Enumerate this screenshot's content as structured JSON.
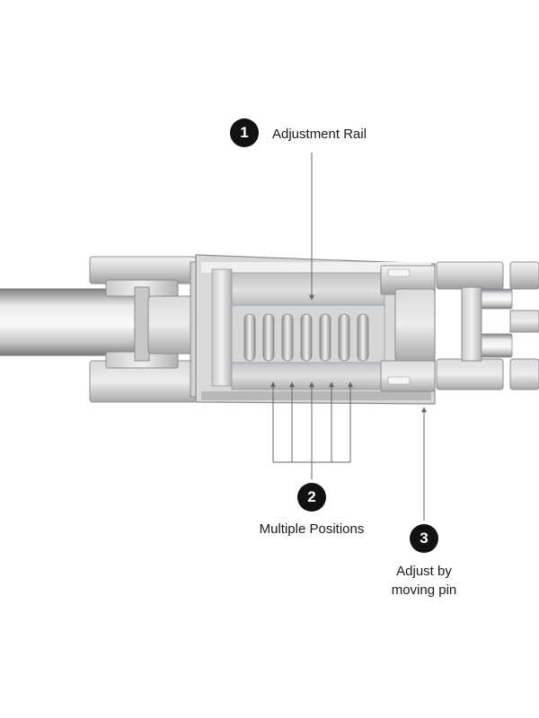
{
  "callouts": [
    {
      "number": "1",
      "label": "Adjustment Rail"
    },
    {
      "number": "2",
      "label": "Multiple Positions"
    },
    {
      "number": "3",
      "label_lines": [
        "Adjust by",
        "moving pin"
      ]
    }
  ],
  "colors": {
    "background": "#ffffff",
    "badge": "#111111",
    "badge_text": "#ffffff",
    "label_text": "#1a1a1a",
    "leader_line": "#666666",
    "steel_light": "#e6e7e8",
    "steel_mid": "#b9bbbd",
    "steel_dark": "#8a8c8e"
  },
  "subject": "watch-bracelet-clasp"
}
